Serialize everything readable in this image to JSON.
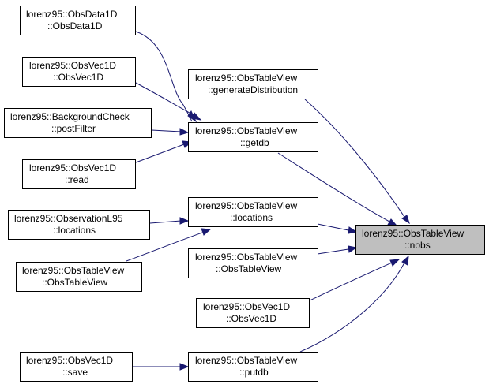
{
  "diagram": {
    "nodes": [
      {
        "id": "n_obsdata1d",
        "line1": "lorenz95::ObsData1D",
        "line2": "::ObsData1D"
      },
      {
        "id": "n_obsvec1d_ctor_top",
        "line1": "lorenz95::ObsVec1D",
        "line2": "::ObsVec1D"
      },
      {
        "id": "n_bgcheck",
        "line1": "lorenz95::BackgroundCheck",
        "line2": "::postFilter"
      },
      {
        "id": "n_read",
        "line1": "lorenz95::ObsVec1D",
        "line2": "::read"
      },
      {
        "id": "n_obsl95",
        "line1": "lorenz95::ObservationL95",
        "line2": "::locations"
      },
      {
        "id": "n_otv_ctor_left",
        "line1": "lorenz95::ObsTableView",
        "line2": "::ObsTableView"
      },
      {
        "id": "n_save",
        "line1": "lorenz95::ObsVec1D",
        "line2": "::save"
      },
      {
        "id": "n_gendist",
        "line1": "lorenz95::ObsTableView",
        "line2": "::generateDistribution"
      },
      {
        "id": "n_getdb",
        "line1": "lorenz95::ObsTableView",
        "line2": "::getdb"
      },
      {
        "id": "n_locations",
        "line1": "lorenz95::ObsTableView",
        "line2": "::locations"
      },
      {
        "id": "n_otv_ctor_mid",
        "line1": "lorenz95::ObsTableView",
        "line2": "::ObsTableView"
      },
      {
        "id": "n_obsvec1d_ctor_mid",
        "line1": "lorenz95::ObsVec1D",
        "line2": "::ObsVec1D"
      },
      {
        "id": "n_putdb",
        "line1": "lorenz95::ObsTableView",
        "line2": "::putdb"
      },
      {
        "id": "n_nobs",
        "line1": "lorenz95::ObsTableView",
        "line2": "::nobs",
        "highlight": true
      }
    ],
    "edges": [
      {
        "from": "n_obsdata1d",
        "to": "n_getdb"
      },
      {
        "from": "n_obsvec1d_ctor_top",
        "to": "n_getdb"
      },
      {
        "from": "n_bgcheck",
        "to": "n_getdb"
      },
      {
        "from": "n_read",
        "to": "n_getdb"
      },
      {
        "from": "n_obsl95",
        "to": "n_locations"
      },
      {
        "from": "n_otv_ctor_left",
        "to": "n_locations"
      },
      {
        "from": "n_save",
        "to": "n_putdb"
      },
      {
        "from": "n_gendist",
        "to": "n_nobs"
      },
      {
        "from": "n_getdb",
        "to": "n_nobs"
      },
      {
        "from": "n_locations",
        "to": "n_nobs"
      },
      {
        "from": "n_otv_ctor_mid",
        "to": "n_nobs"
      },
      {
        "from": "n_obsvec1d_ctor_mid",
        "to": "n_nobs"
      },
      {
        "from": "n_putdb",
        "to": "n_nobs"
      }
    ],
    "colors": {
      "edge": "#191970",
      "node_border": "#000000",
      "node_fill": "#ffffff",
      "highlight_fill": "#bfbfbf"
    }
  }
}
